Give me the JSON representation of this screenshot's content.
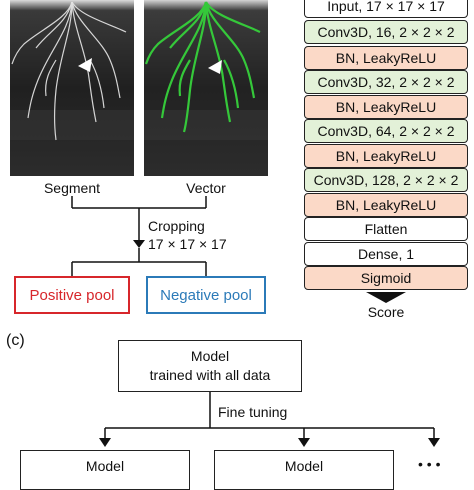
{
  "panel_a": {
    "image_labels": [
      "Segment",
      "Vector"
    ],
    "cropping_line1": "Cropping",
    "cropping_line2": "17 × 17 × 17",
    "positive_pool": "Positive pool",
    "negative_pool": "Negative pool",
    "colors": {
      "positive": "#d7262b",
      "negative": "#2b7ab8",
      "vector_roots": "#35c83a"
    }
  },
  "panel_b": {
    "layers": [
      {
        "label": "Input, 17 × 17 × 17",
        "kind": "plain"
      },
      {
        "label": "Conv3D, 16, 2 × 2 × 2",
        "kind": "conv"
      },
      {
        "label": "BN, LeakyReLU",
        "kind": "norm"
      },
      {
        "label": "Conv3D, 32, 2 × 2 × 2",
        "kind": "conv"
      },
      {
        "label": "BN, LeakyReLU",
        "kind": "norm"
      },
      {
        "label": "Conv3D, 64, 2 × 2 × 2",
        "kind": "conv"
      },
      {
        "label": "BN, LeakyReLU",
        "kind": "norm"
      },
      {
        "label": "Conv3D, 128, 2 × 2 × 2",
        "kind": "conv"
      },
      {
        "label": "BN, LeakyReLU",
        "kind": "norm"
      },
      {
        "label": "Flatten",
        "kind": "plain"
      },
      {
        "label": "Dense, 1",
        "kind": "plain"
      },
      {
        "label": "Sigmoid",
        "kind": "norm"
      }
    ],
    "output": "Score",
    "colors": {
      "conv": "#e3f1d8",
      "norm": "#fbd9c7",
      "plain": "#ffffff"
    }
  },
  "panel_c": {
    "panel_label": "(c)",
    "model_line1": "Model",
    "model_line2": "trained with all data",
    "fine_tuning": "Fine tuning",
    "child_models": [
      "Model",
      "Model"
    ],
    "ellipsis": "• • •",
    "ellipsis_right": "• •"
  }
}
